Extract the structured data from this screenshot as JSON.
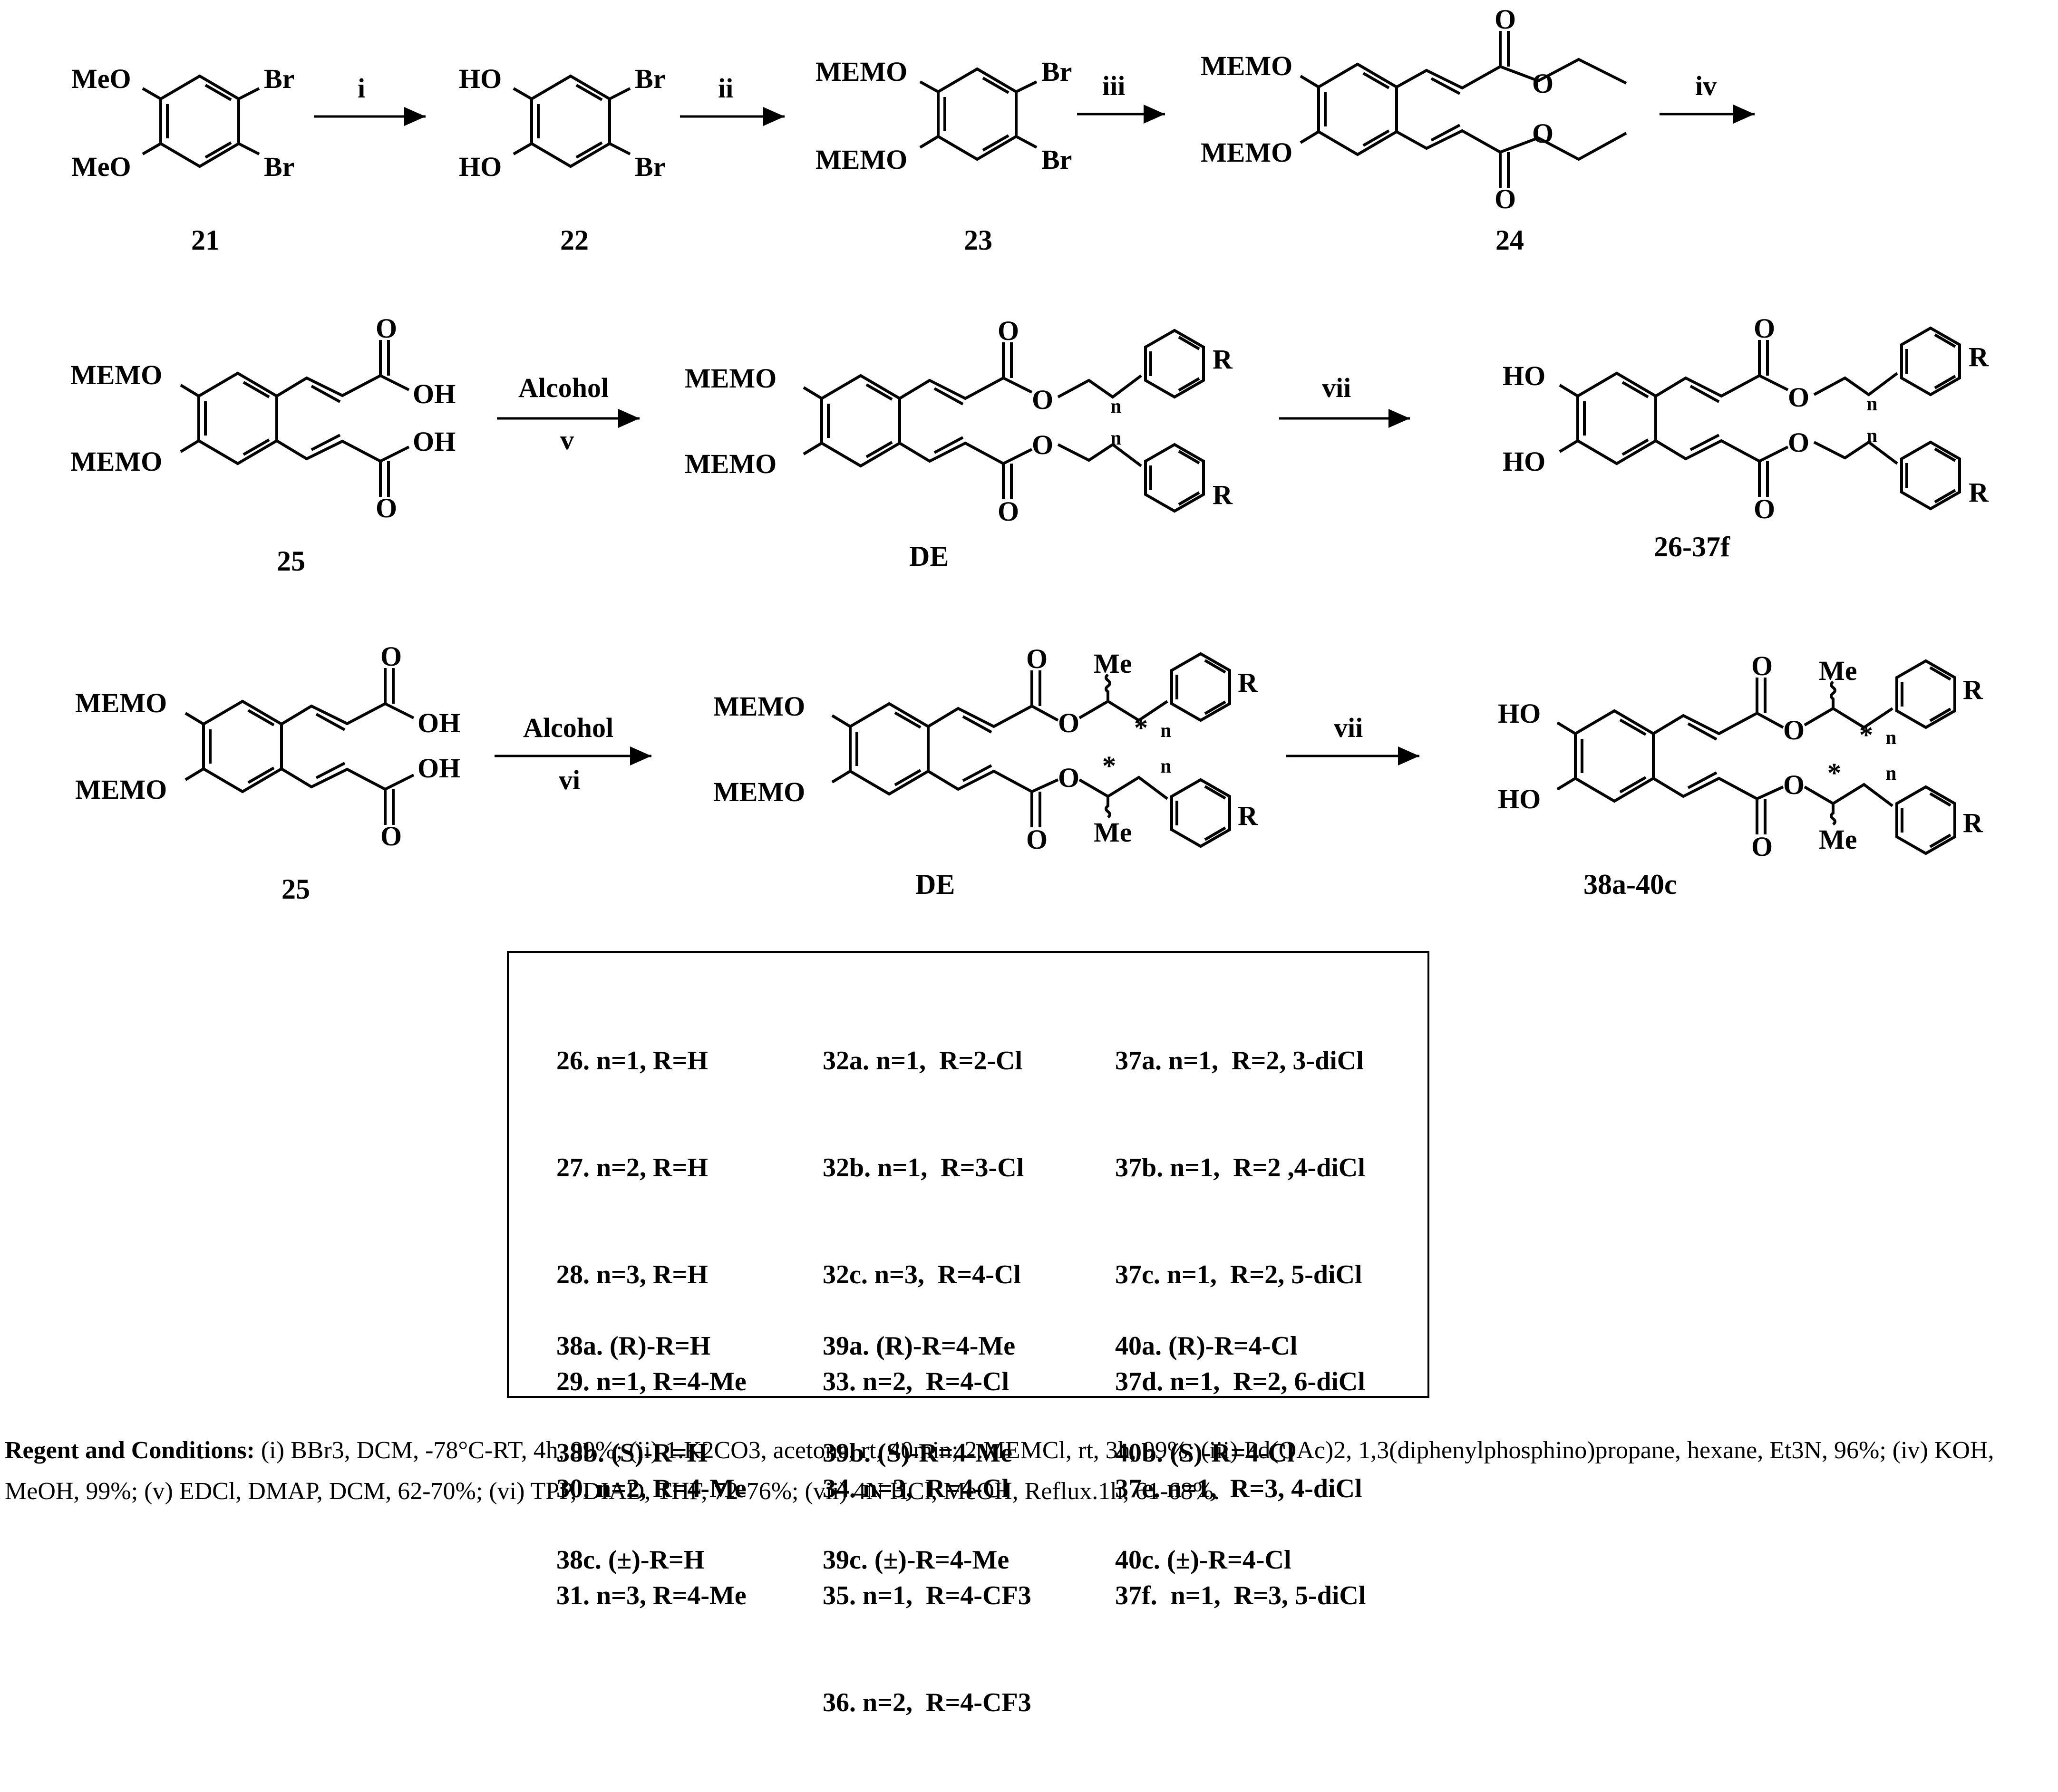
{
  "compounds": {
    "c21": "21",
    "c22": "22",
    "c23": "23",
    "c24": "24",
    "c25a": "25",
    "c25b": "25",
    "de1": "DE",
    "de2": "DE",
    "p1": "26-37f",
    "p2": "38a-40c"
  },
  "steps": {
    "i": "i",
    "ii": "ii",
    "iii": "iii",
    "iv": "iv",
    "alcohol1": "Alcohol",
    "v": "v",
    "alcohol2": "Alcohol",
    "vi": "vi",
    "vii1": "vii",
    "vii2": "vii"
  },
  "labels": {
    "meo": "MeO",
    "br": "Br",
    "ho": "HO",
    "memo": "MEMO",
    "oh": "OH",
    "o": "O",
    "r": "R",
    "n": "n",
    "me": "Me",
    "star": "*"
  },
  "table": {
    "col1_top": [
      "26. n=1, R=H",
      "27. n=2, R=H",
      "28. n=3, R=H",
      "29. n=1, R=4-Me",
      "30. n=2, R=4-Me",
      "31. n=3, R=4-Me"
    ],
    "col2_top": [
      "32a. n=1,  R=2-Cl",
      "32b. n=1,  R=3-Cl",
      "32c. n=3,  R=4-Cl",
      "33. n=2,  R=4-Cl",
      "34. n=3,  R=4-Cl",
      "35. n=1,  R=4-CF3",
      "36. n=2,  R=4-CF3"
    ],
    "col3_top": [
      "37a. n=1,  R=2, 3-diCl",
      "37b. n=1,  R=2 ,4-diCl",
      "37c. n=1,  R=2, 5-diCl",
      "37d. n=1,  R=2, 6-diCl",
      "37e. n=1,  R=3, 4-diCl",
      "37f.  n=1,  R=3, 5-diCl"
    ],
    "col1_bottom": [
      "38a. (R)-R=H",
      "38b. (S)-R=H",
      "38c. (±)-R=H"
    ],
    "col2_bottom": [
      "39a. (R)-R=4-Me",
      "39b. (S)-R=4-Me",
      "39c. (±)-R=4-Me"
    ],
    "col3_bottom": [
      "40a. (R)-R=4-Cl",
      "40b. (S)-R=4-Cl",
      "40c. (±)-R=4-Cl"
    ]
  },
  "footer": {
    "title": "Regent and Conditions:",
    "text": " (i) BBr3, DCM, -78°C-RT, 4h, 99%; (ii) 1.K2CO3, acetone, rt, 40min; 2.MEMCl, rt, 3h, 99%; (iii) Pd(OAc)2, 1,3(diphenylphosphino)propane, hexane, Et3N, 96%; (iv) KOH, MeOH, 99%; (v) EDCl, DMAP, DCM, 62-70%; (vi) TPP, DIAD, THF, 72-76%; (vii) 4N HCl, MeOH, Reflux.1h, 61-68%."
  }
}
